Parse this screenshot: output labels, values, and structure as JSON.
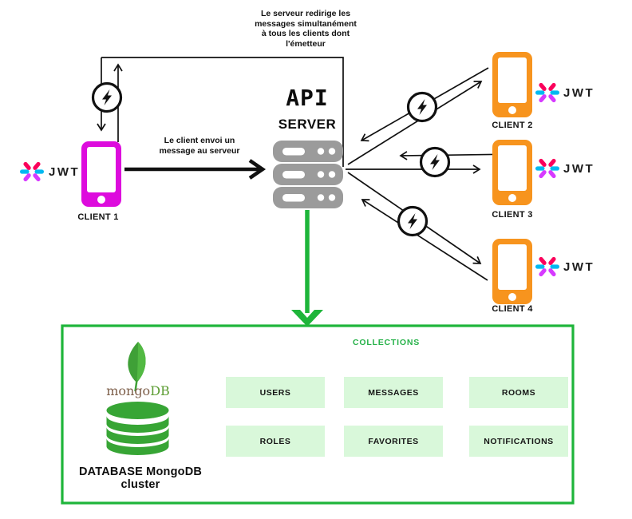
{
  "notes": {
    "broadcast": "Le serveur redirige les\nmessages simultanément\nà tous les clients dont\nl'émetteur",
    "send": "Le client envoi un\nmessage au serveur"
  },
  "server": {
    "title": "API",
    "subtitle": "SERVER"
  },
  "clients": [
    {
      "label": "CLIENT 1"
    },
    {
      "label": "CLIENT 2"
    },
    {
      "label": "CLIENT 3"
    },
    {
      "label": "CLIENT 4"
    }
  ],
  "jwt": {
    "label": "JWT"
  },
  "database": {
    "collections_title": "COLLECTIONS",
    "collections": [
      {
        "label": "USERS"
      },
      {
        "label": "MESSAGES"
      },
      {
        "label": "ROOMS"
      },
      {
        "label": "ROLES"
      },
      {
        "label": "FAVORITES"
      },
      {
        "label": "NOTIFICATIONS"
      }
    ],
    "logo": {
      "mongo": "mongo",
      "db": "DB"
    },
    "caption": "DATABASE MongoDB cluster"
  },
  "colors": {
    "client1_phone": "#dd0bdd",
    "client_other_phone": "#f7941e",
    "server_gray": "#9b9b9b",
    "diagram_green": "#1eb53a",
    "collection_box_bg": "#d9f8da",
    "mongo_green": "#37a535",
    "jwt_pink": "#fb015b",
    "jwt_cyan": "#00b9f1",
    "jwt_purple": "#d63aff",
    "line_black": "#111111"
  }
}
